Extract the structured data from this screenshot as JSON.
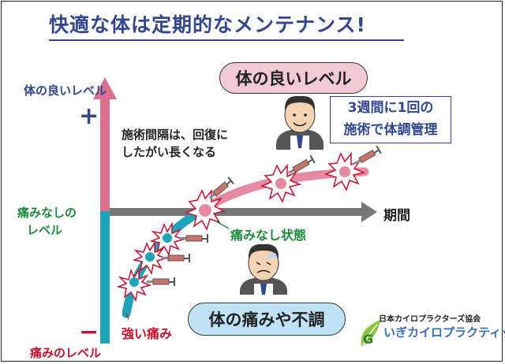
{
  "title": "快適な体は定期的なメンテナンス!",
  "axis": {
    "y_top_label": "体の良いレベル",
    "y_mid_label_line1": "痛みなしの",
    "y_mid_label_line2": "レベル",
    "y_bottom_label": "痛みのレベル",
    "plus": "+",
    "minus": "−",
    "x_label": "期間"
  },
  "notes": {
    "interval_line1": "施術間隔は、回復に",
    "interval_line2": "したがい長くなる",
    "pain_free_state": "痛みなし状態",
    "strong_pain": "強い痛み"
  },
  "pills": {
    "good_level": "体の良いレベル",
    "pain_level": "体の痛みや不調"
  },
  "info_box": {
    "line1": "3週間に1回の",
    "line2": "施術で体調管理"
  },
  "logo": {
    "association": "日本カイロプラクターズ協会",
    "clinic": "いぎカイロプラクティック"
  },
  "colors": {
    "accent_blue": "#34478e",
    "good_pink": "#d9708e",
    "pain_teal": "#1fa3b8",
    "green_text": "#1e8a3c",
    "red_text": "#c8102e",
    "axis_gray": "#777777"
  }
}
